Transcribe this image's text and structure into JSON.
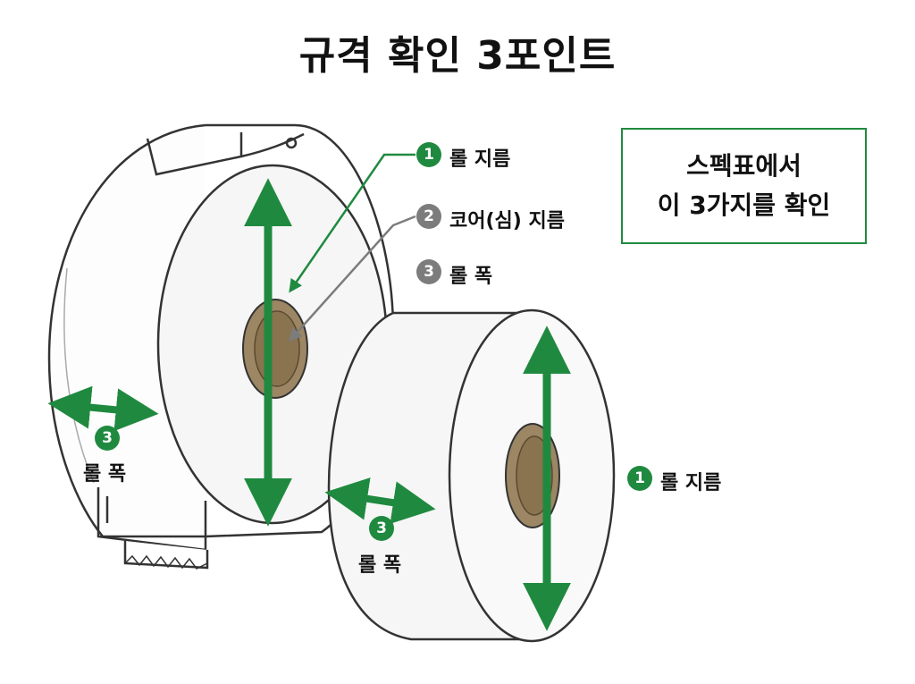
{
  "title": "규격 확인 3포인트",
  "note": {
    "line1": "스펙표에서",
    "line2": "이 3가지를 확인"
  },
  "legend": [
    {
      "num": "1",
      "text": "롤 지름",
      "color": "#1f8a3f"
    },
    {
      "num": "2",
      "text": "코어(심) 지름",
      "color": "#7c7c7c"
    },
    {
      "num": "3",
      "text": "롤 폭",
      "color": "#7c7c7c"
    }
  ],
  "annotations": {
    "dispenser_width": {
      "num": "3",
      "text": "롤 폭"
    },
    "roll_width": {
      "num": "3",
      "text": "롤 폭"
    },
    "roll_diameter": {
      "num": "1",
      "text": "롤 지름"
    }
  },
  "colors": {
    "accent": "#1f8a3f",
    "gray": "#7c7c7c",
    "core": "#9c8663"
  }
}
